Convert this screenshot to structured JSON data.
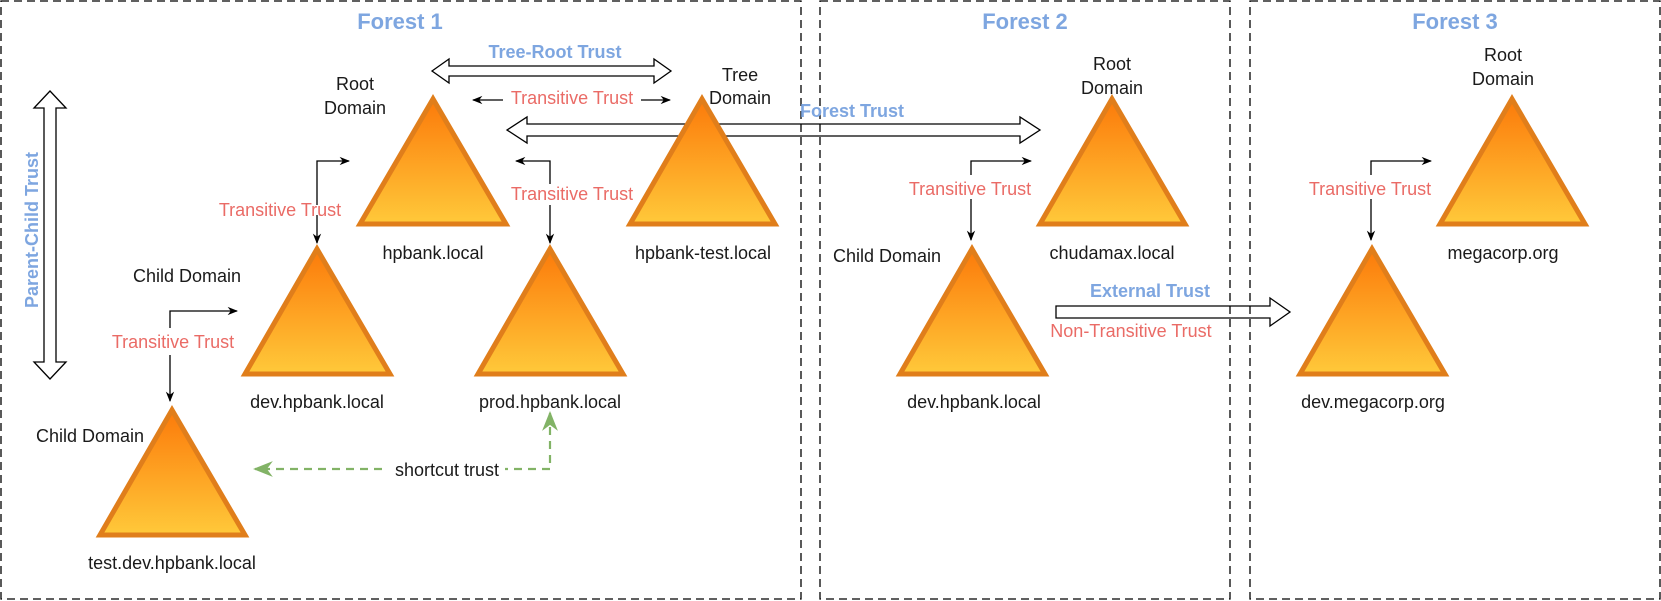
{
  "forests": {
    "f1": "Forest 1",
    "f2": "Forest 2",
    "f3": "Forest 3"
  },
  "trusts": {
    "parent_child": "Parent-Child Trust",
    "tree_root": "Tree-Root Trust",
    "forest": "Forest Trust",
    "external": "External Trust",
    "transitive": "Transitive Trust",
    "non_transitive": "Non-Transitive Trust",
    "shortcut": "shortcut trust"
  },
  "labels": {
    "root_domain_line1": "Root",
    "root_domain_line2": "Domain",
    "tree_domain_line1": "Tree",
    "tree_domain_line2": "Domain",
    "child_domain": "Child Domain"
  },
  "domains": {
    "hpbank": "hpbank.local",
    "hpbank_test": "hpbank-test.local",
    "dev_hpbank": "dev.hpbank.local",
    "prod_hpbank": "prod.hpbank.local",
    "test_dev_hpbank": "test.dev.hpbank.local",
    "chudamax": "chudamax.local",
    "f2_dev_hpbank": "dev.hpbank.local",
    "megacorp": "megacorp.org",
    "dev_megacorp": "dev.megacorp.org"
  },
  "colors": {
    "triangle_top": "#fc7a0a",
    "triangle_bottom": "#ffc93a",
    "triangle_stroke": "#e07e1b",
    "trust_red": "#ea6b66",
    "trust_blue": "#7ea6e0",
    "shortcut_green": "#82b366"
  }
}
